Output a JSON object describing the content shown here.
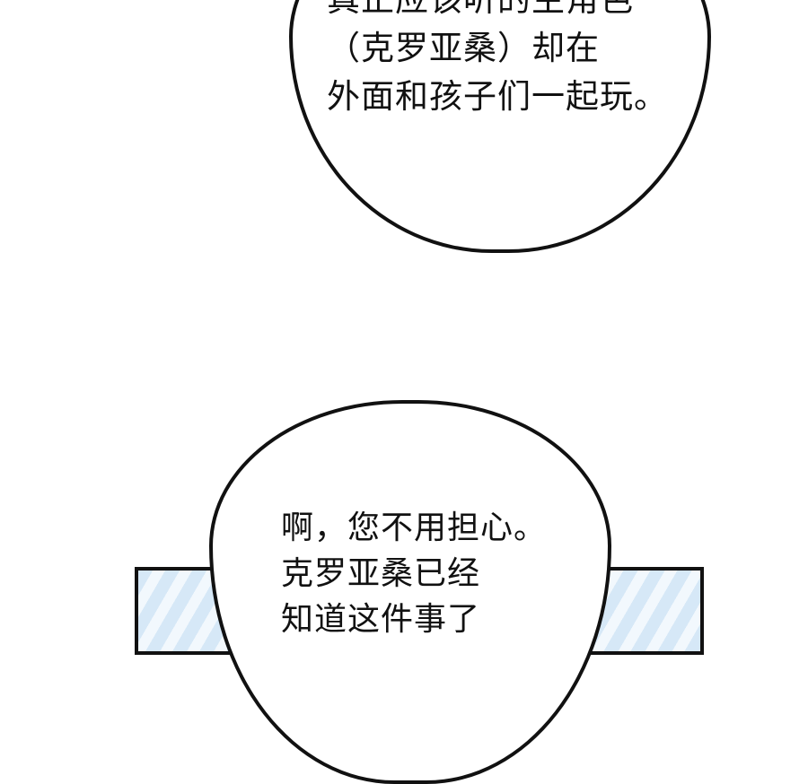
{
  "bubble_top": {
    "lines": [
      "真正应该听的主角色",
      "（克罗亚桑）却在",
      "外面和孩子们一起玩。"
    ]
  },
  "bubble_bottom": {
    "lines": [
      "啊，您不用担心。",
      "克罗亚桑已经",
      "知道这件事了"
    ]
  },
  "colors": {
    "stripe_light": "#f2f8fd",
    "stripe_blue": "#d6e8f7",
    "ink": "#111111"
  }
}
